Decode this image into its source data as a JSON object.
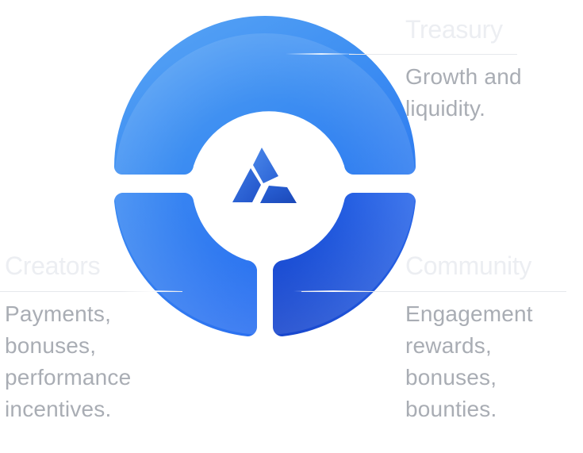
{
  "colors": {
    "title_faded": "#eceef2",
    "description": "#a9adb4",
    "rule": "#e6e8ec",
    "segment_light": "#4f9cf3",
    "segment_mid": "#2f7af0",
    "segment_dark": "#1a55d8",
    "logo": "#2f6fdc"
  },
  "segments": [
    {
      "id": "treasury",
      "title": "Treasury",
      "description_lines": [
        "Growth and",
        "liquidity."
      ]
    },
    {
      "id": "creators",
      "title": "Creators",
      "description_lines": [
        "Payments,",
        "bonuses,",
        "performance",
        "incentives."
      ]
    },
    {
      "id": "community",
      "title": "Community",
      "description_lines": [
        "Engagement",
        "rewards,",
        "bonuses,",
        "bounties."
      ]
    }
  ],
  "center_icon": "triangle-logo-icon"
}
